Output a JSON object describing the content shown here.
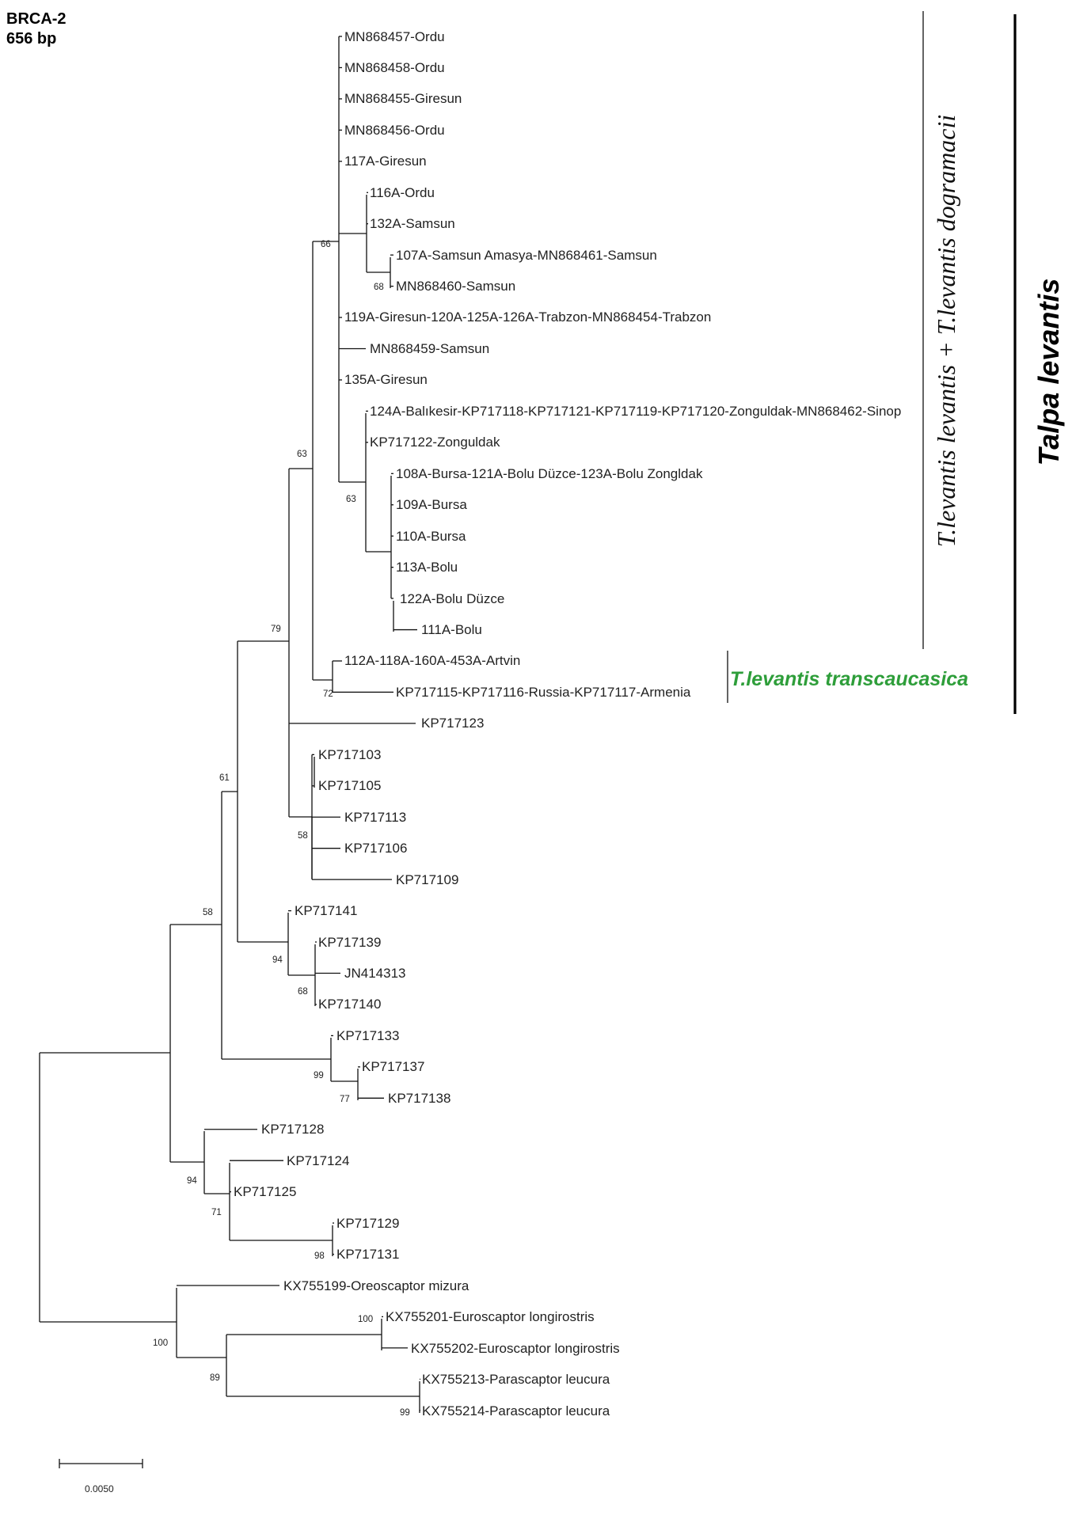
{
  "header": {
    "gene": "BRCA-2",
    "length": "656 bp"
  },
  "scale_bar": {
    "label": "0.0050"
  },
  "clades": {
    "levantis_dogramacii": "T.levantis levantis + T.levantis dogramacii",
    "transcaucasica": "T.levantis transcaucasica",
    "talpa_levantis": "Talpa levantis"
  },
  "colors": {
    "branch": "#111111",
    "transcaucasica": "#2e9e3a",
    "text": "#222222"
  },
  "leaves": [
    "MN868457-Ordu",
    "MN868458-Ordu",
    "MN868455-Giresun",
    "MN868456-Ordu",
    "117A-Giresun",
    "116A-Ordu",
    "132A-Samsun",
    "107A-Samsun Amasya-MN868461-Samsun",
    "MN868460-Samsun",
    "119A-Giresun-120A-125A-126A-Trabzon-MN868454-Trabzon",
    "MN868459-Samsun",
    "135A-Giresun",
    "124A-Balıkesir-KP717118-KP717121-KP717119-KP717120-Zonguldak-MN868462-Sinop",
    "KP717122-Zonguldak",
    "108A-Bursa-121A-Bolu Düzce-123A-Bolu Zongldak",
    "109A-Bursa",
    "110A-Bursa",
    "113A-Bolu",
    "122A-Bolu Düzce",
    "111A-Bolu",
    "112A-118A-160A-453A-Artvin",
    "KP717115-KP717116-Russia-KP717117-Armenia",
    "KP717123",
    "KP717103",
    "KP717105",
    "KP717113",
    "KP717106",
    "KP717109",
    "KP717141",
    "KP717139",
    "JN414313",
    "KP717140",
    "KP717133",
    "KP717137",
    "KP717138",
    "KP717128",
    "KP717124",
    "KP717125",
    "KP717129",
    "KP717131",
    "KX755199-Oreoscaptor mizura",
    "KX755201-Euroscaptor longirostris",
    "KX755202-Euroscaptor longirostris",
    "KX755213-Parascaptor leucura",
    "KX755214-Parascaptor leucura"
  ],
  "bootstrap": [
    "66",
    "68",
    "63",
    "63",
    "79",
    "72",
    "61",
    "58",
    "58",
    "94",
    "68",
    "99",
    "77",
    "94",
    "71",
    "98",
    "100",
    "100",
    "89",
    "99"
  ]
}
